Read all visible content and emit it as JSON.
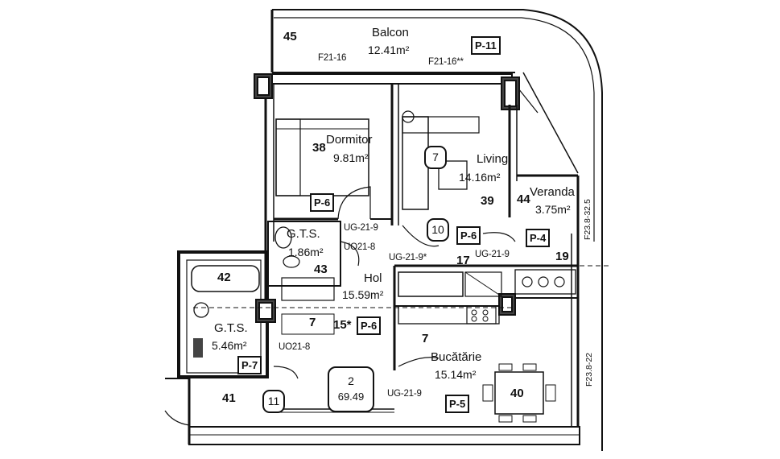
{
  "rooms": [
    {
      "key": "balcon",
      "name": "Balcon",
      "area": "12.41m²",
      "number": "45",
      "panel": "P-11"
    },
    {
      "key": "dormitor",
      "name": "Dormitor",
      "area": "9.81m²",
      "number": "38",
      "panel": "P-6"
    },
    {
      "key": "living",
      "name": "Living",
      "area": "14.16m²",
      "number": "39",
      "circle": "7"
    },
    {
      "key": "veranda",
      "name": "Veranda",
      "area": "3.75m²",
      "number": "44",
      "panel": "P-4"
    },
    {
      "key": "gts_small",
      "name": "G.T.S.",
      "area": "1.86m²",
      "number": "43"
    },
    {
      "key": "hol",
      "name": "Hol",
      "area": "15.59m²",
      "number": "15*",
      "panel": "P-6"
    },
    {
      "key": "gts_large",
      "name": "G.T.S.",
      "area": "5.46m²",
      "number": "42",
      "panel": "P-7"
    },
    {
      "key": "bucatarie",
      "name": "Bucătărie",
      "area": "15.14m²",
      "number": "40",
      "panel": "P-5"
    }
  ],
  "labels": {
    "f21_16_left": "F21-16",
    "f21_16_right": "F21-16**",
    "ug_21_9_a": "UG-21-9",
    "uo21_8_a": "UO21-8",
    "ug_21_9_b": "UG-21-9*",
    "ug_21_9_c": "UG-21-9",
    "uo21_8_b": "UO21-8",
    "ug_21_9_d": "UG-21-9",
    "f23_8_325": "F23.8-32.5",
    "f23_8_22": "F23.8-22",
    "num_17": "17",
    "num_19": "19",
    "num_41": "41",
    "num_7_hol": "7",
    "num_7_kitchen": "7",
    "panel_p6_mid": "P-6",
    "circle_10": "10",
    "circle_11": "11",
    "circle_2": "2",
    "total_area": "69.49"
  }
}
